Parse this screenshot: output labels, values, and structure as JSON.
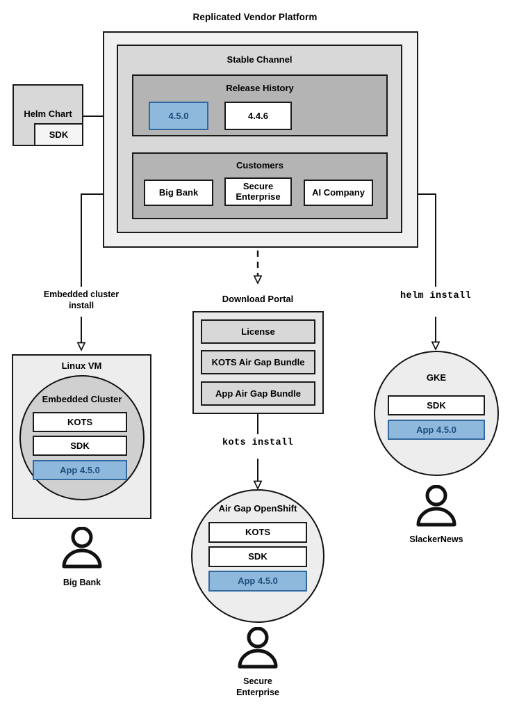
{
  "diagram": {
    "title": "Replicated Vendor Platform",
    "type": "architecture-flow"
  },
  "helm_chart": {
    "label": "Helm Chart",
    "sdk_label": "SDK"
  },
  "platform": {
    "channel": {
      "title": "Stable Channel",
      "release_history": {
        "title": "Release History",
        "releases": [
          {
            "version": "4.5.0",
            "highlighted": true
          },
          {
            "version": "4.4.6",
            "highlighted": false
          }
        ]
      },
      "customers": {
        "title": "Customers",
        "items": [
          {
            "name": "Big Bank"
          },
          {
            "name": "Secure Enterprise"
          },
          {
            "name": "AI Company"
          }
        ]
      }
    }
  },
  "edges": {
    "embedded_cluster_install": "Embedded cluster\ninstall",
    "embedded_cluster_install_line1": "Embedded cluster",
    "embedded_cluster_install_line2": "install",
    "kots_install": "kots install",
    "helm_install": "helm install"
  },
  "download_portal": {
    "title": "Download Portal",
    "items": [
      {
        "label": "License"
      },
      {
        "label": "KOTS Air Gap Bundle"
      },
      {
        "label": "App Air Gap Bundle"
      }
    ]
  },
  "targets": {
    "linux_vm": {
      "title": "Linux VM",
      "cluster_title": "Embedded Cluster",
      "components": [
        {
          "label": "KOTS",
          "highlighted": false
        },
        {
          "label": "SDK",
          "highlighted": false
        },
        {
          "label": "App 4.5.0",
          "highlighted": true
        }
      ],
      "actor": "Big Bank"
    },
    "airgap_openshift": {
      "title": "Air Gap OpenShift",
      "components": [
        {
          "label": "KOTS",
          "highlighted": false
        },
        {
          "label": "SDK",
          "highlighted": false
        },
        {
          "label": "App 4.5.0",
          "highlighted": true
        }
      ],
      "actor_line1": "Secure",
      "actor_line2": "Enterprise"
    },
    "gke": {
      "title": "GKE",
      "components": [
        {
          "label": "SDK",
          "highlighted": false
        },
        {
          "label": "App 4.5.0",
          "highlighted": true
        }
      ],
      "actor": "SlackerNews"
    }
  },
  "colors": {
    "accent_blue_fill": "#8fb9dc",
    "accent_blue_border": "#3268a0",
    "accent_blue_text": "#1c4d7c",
    "box_outer": "#f0f0f0",
    "box_mid": "#d8d8d8",
    "box_inner": "#b4b4b4",
    "stroke": "#1a1a1a"
  }
}
